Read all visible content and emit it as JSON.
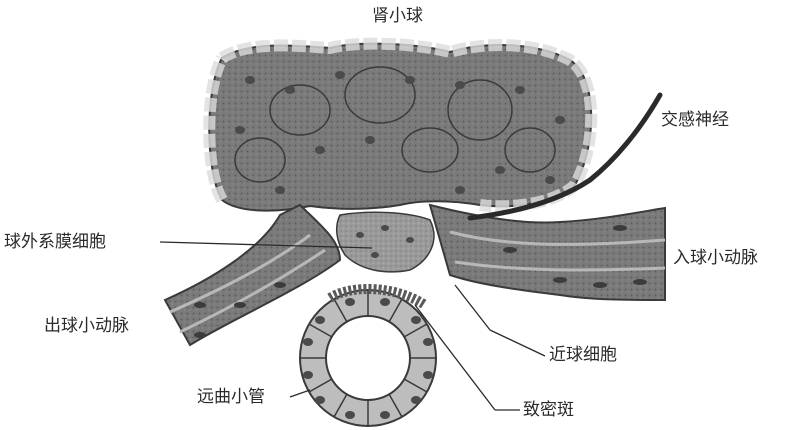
{
  "diagram": {
    "title": "肾小球",
    "labels": {
      "sympathetic_nerve": "交感神经",
      "extraglomerular_mesangial": "球外系膜细胞",
      "afferent_arteriole": "入球小动脉",
      "efferent_arteriole": "出球小动脉",
      "juxtaglomerular_cells": "近球细胞",
      "distal_tubule": "远曲小管",
      "macula_densa": "致密斑"
    }
  }
}
